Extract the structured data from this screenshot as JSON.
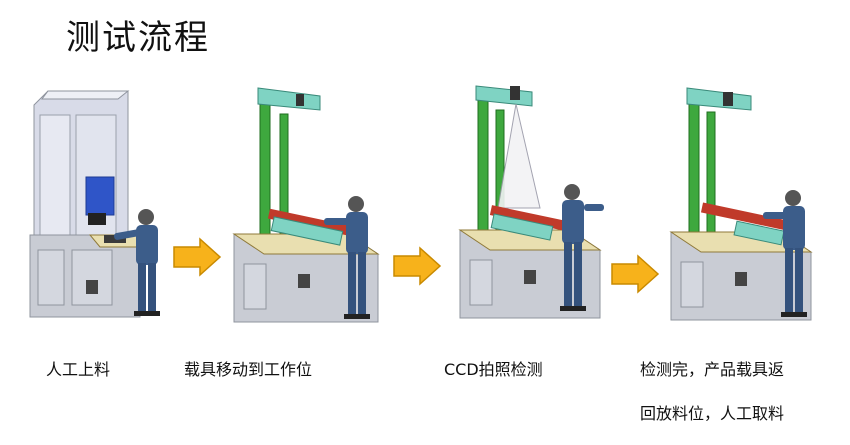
{
  "title": "测试流程",
  "steps": [
    {
      "label": "人工上料"
    },
    {
      "label": "载具移动到工作位"
    },
    {
      "label": "CCD拍照检测"
    },
    {
      "label_line1": "检测完，产品载具返",
      "label_line2": "回放料位，人工取料"
    }
  ],
  "colors": {
    "arrow_fill": "#f7b21b",
    "arrow_stroke": "#c98a00",
    "machine_body": "#c9ccd4",
    "machine_dark": "#8f949e",
    "tabletop": "#e9dfb0",
    "frame_green": "#3ea83e",
    "cabinet": "#d8dbe8",
    "screen_blue": "#2f55c8",
    "worker_blue": "#3c5d8a",
    "conveyor_red": "#c03a2a",
    "plate_teal": "#7fd3c3"
  },
  "icons": [
    "machine-illustration",
    "arrow-right-icon",
    "worker-figure",
    "camera-icon"
  ]
}
